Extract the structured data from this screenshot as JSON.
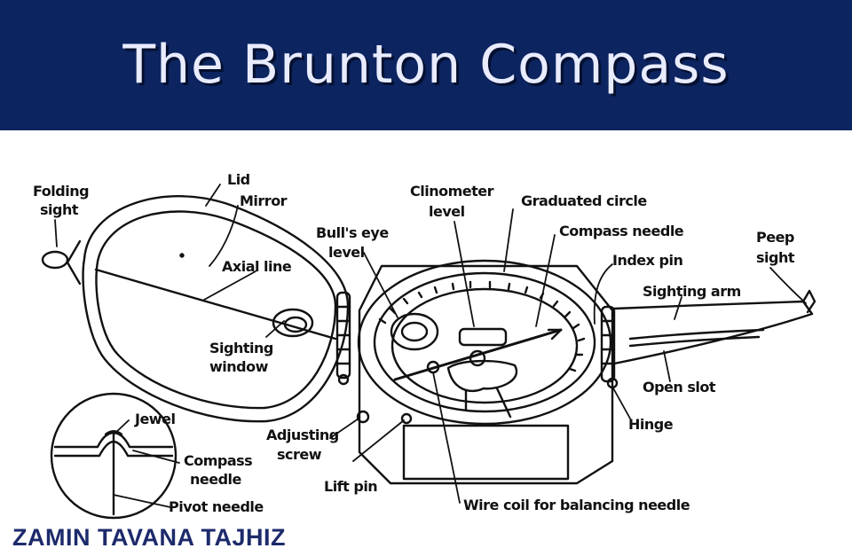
{
  "header": {
    "title": "The Brunton Compass",
    "background": "#0c2460"
  },
  "labels": {
    "folding_sight": [
      "Folding",
      "sight"
    ],
    "lid": "Lid",
    "mirror": "Mirror",
    "axial_line": "Axial line",
    "sighting_window": [
      "Sighting",
      "window"
    ],
    "bulls_eye_level": [
      "Bull's eye",
      "level"
    ],
    "clinometer_level": [
      "Clinometer",
      "level"
    ],
    "graduated_circle": "Graduated circle",
    "compass_needle": "Compass needle",
    "index_pin": "Index pin",
    "peep_sight": [
      "Peep",
      "sight"
    ],
    "sighting_arm": "Sighting arm",
    "open_slot": "Open slot",
    "hinge": "Hinge",
    "jewel": "Jewel",
    "compass_needle_inset": [
      "Compass",
      "needle"
    ],
    "pivot_needle": "Pivot needle",
    "adjusting_screw": [
      "Adjusting",
      "screw"
    ],
    "lift_pin": "Lift pin",
    "wire_coil": "Wire coil for balancing needle"
  },
  "footer": {
    "brand": "ZAMIN TAVANA TAJHIZ",
    "color": "#1d2a6b"
  }
}
